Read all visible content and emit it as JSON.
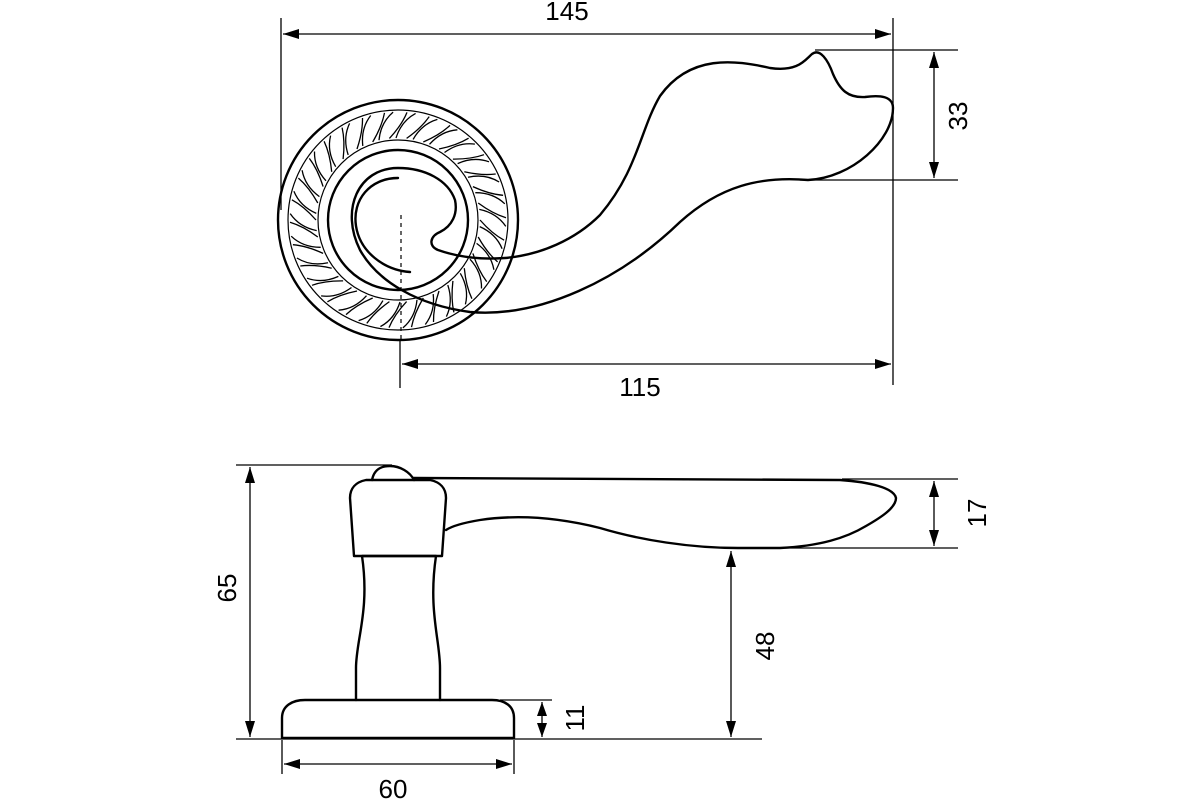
{
  "dimensions": {
    "top_overall_length": "145",
    "top_lever_height": "33",
    "top_lever_length": "115",
    "side_overall_height": "65",
    "side_lever_thickness": "17",
    "side_lever_clearance": "48",
    "side_rose_height": "11",
    "side_rose_diameter": "60"
  },
  "colors": {
    "line": "#000000",
    "background": "#ffffff"
  }
}
